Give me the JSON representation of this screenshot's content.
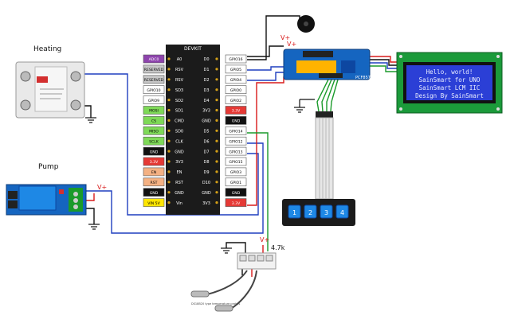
{
  "labels": {
    "heating": "Heating",
    "pump": "Pump",
    "devkit": "DEVKIT",
    "vplus": "V+",
    "resistor": "4.7k",
    "probe_caption": "DS18B20 type temperature probes",
    "expander": "PCF8574"
  },
  "lcd": {
    "line1": "Hello, world!",
    "line2": "SainSmart for UNO",
    "line3": "SainSmart LCM IIC",
    "line4": "Design By SainSmart"
  },
  "keypad": [
    "1",
    "2",
    "3",
    "4"
  ],
  "board": {
    "left_outer": [
      {
        "text": "ADC0",
        "bg": "#8e44ad",
        "fg": "#ffffff"
      },
      {
        "text": "RESERVED",
        "bg": "#c8c8c8",
        "fg": "#000000"
      },
      {
        "text": "RESERVED",
        "bg": "#c8c8c8",
        "fg": "#000000"
      },
      {
        "text": "GPIO10",
        "bg": "#ffffff",
        "fg": "#000000"
      },
      {
        "text": "GPIO9",
        "bg": "#ffffff",
        "fg": "#000000"
      },
      {
        "text": "MOSI",
        "bg": "#7ed957",
        "fg": "#000000"
      },
      {
        "text": "CS",
        "bg": "#7ed957",
        "fg": "#000000"
      },
      {
        "text": "MISO",
        "bg": "#7ed957",
        "fg": "#000000"
      },
      {
        "text": "SCLK",
        "bg": "#7ed957",
        "fg": "#000000"
      },
      {
        "text": "GND",
        "bg": "#111111",
        "fg": "#ffffff"
      },
      {
        "text": "3.3V",
        "bg": "#e53935",
        "fg": "#ffffff"
      },
      {
        "text": "EN",
        "bg": "#f4b183",
        "fg": "#000000"
      },
      {
        "text": "RST",
        "bg": "#f4b183",
        "fg": "#000000"
      },
      {
        "text": "GND",
        "bg": "#111111",
        "fg": "#ffffff"
      },
      {
        "text": "VIN 5V",
        "bg": "#ffe600",
        "fg": "#000000"
      }
    ],
    "left_inner": [
      "A0",
      "RSV",
      "RSV",
      "SD3",
      "SD2",
      "SD1",
      "CMD",
      "SD0",
      "CLK",
      "GND",
      "3V3",
      "EN",
      "RST",
      "GND",
      "Vin"
    ],
    "right_inner": [
      "D0",
      "D1",
      "D2",
      "D3",
      "D4",
      "3V3",
      "GND",
      "D5",
      "D6",
      "D7",
      "D8",
      "D9",
      "D10",
      "GND",
      "3V3"
    ],
    "right_outer": [
      {
        "text": "GPIO16",
        "bg": "#ffffff",
        "fg": "#000000"
      },
      {
        "text": "GPIO5",
        "bg": "#ffffff",
        "fg": "#000000"
      },
      {
        "text": "GPIO4",
        "bg": "#ffffff",
        "fg": "#000000"
      },
      {
        "text": "GPIO0",
        "bg": "#ffffff",
        "fg": "#000000"
      },
      {
        "text": "GPIO2",
        "bg": "#ffffff",
        "fg": "#000000"
      },
      {
        "text": "3.3V",
        "bg": "#e53935",
        "fg": "#ffffff"
      },
      {
        "text": "GND",
        "bg": "#111111",
        "fg": "#ffffff"
      },
      {
        "text": "GPIO14",
        "bg": "#ffffff",
        "fg": "#000000"
      },
      {
        "text": "GPIO12",
        "bg": "#ffffff",
        "fg": "#000000"
      },
      {
        "text": "GPIO13",
        "bg": "#ffffff",
        "fg": "#000000"
      },
      {
        "text": "GPIO15",
        "bg": "#ffffff",
        "fg": "#000000"
      },
      {
        "text": "GPIO3",
        "bg": "#ffffff",
        "fg": "#000000"
      },
      {
        "text": "GPIO1",
        "bg": "#ffffff",
        "fg": "#000000"
      },
      {
        "text": "GND",
        "bg": "#111111",
        "fg": "#ffffff"
      },
      {
        "text": "3.3V",
        "bg": "#e53935",
        "fg": "#ffffff"
      }
    ]
  },
  "colors": {
    "board": "#1b1b1b",
    "wire_blue": "#1f3fbf",
    "wire_red": "#d81b1b",
    "wire_green": "#1a9a2a",
    "lcd_screen": "#2b3fd6",
    "lcd_text": "#e8ecff",
    "lcd_board": "#1b9a3a",
    "keypad": "#1e88e5"
  }
}
